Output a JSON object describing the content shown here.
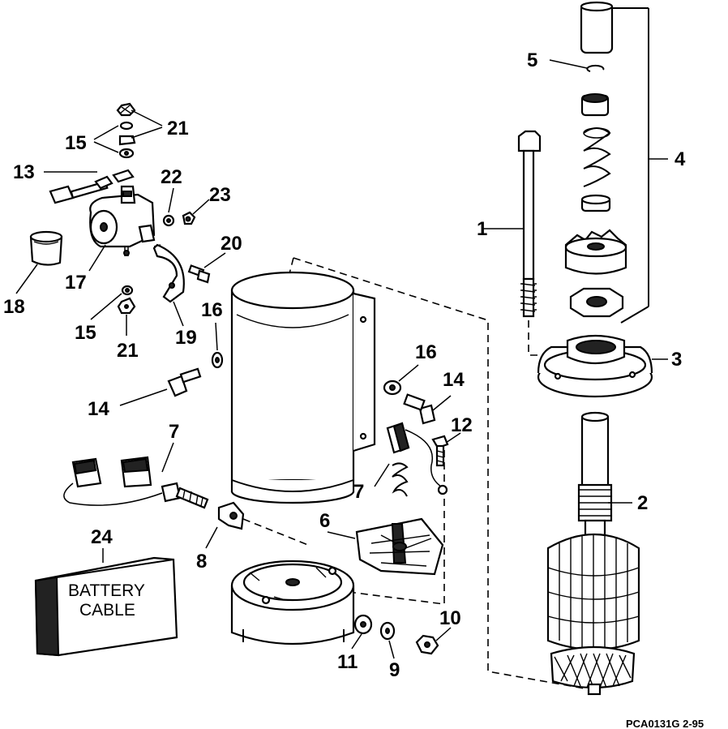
{
  "callouts": {
    "c1": "1",
    "c2": "2",
    "c3": "3",
    "c4": "4",
    "c5": "5",
    "c6": "6",
    "c7a": "7",
    "c7b": "7",
    "c8": "8",
    "c9": "9",
    "c10": "10",
    "c11": "11",
    "c12": "12",
    "c13": "13",
    "c14a": "14",
    "c14b": "14",
    "c15a": "15",
    "c15b": "15",
    "c16a": "16",
    "c16b": "16",
    "c17": "17",
    "c18": "18",
    "c19": "19",
    "c20": "20",
    "c21a": "21",
    "c21b": "21",
    "c22": "22",
    "c23": "23",
    "c24": "24"
  },
  "battery_cable_box": {
    "line1": "BATTERY",
    "line2": "CABLE"
  },
  "drawing_code": "PCA0131G   2-95"
}
